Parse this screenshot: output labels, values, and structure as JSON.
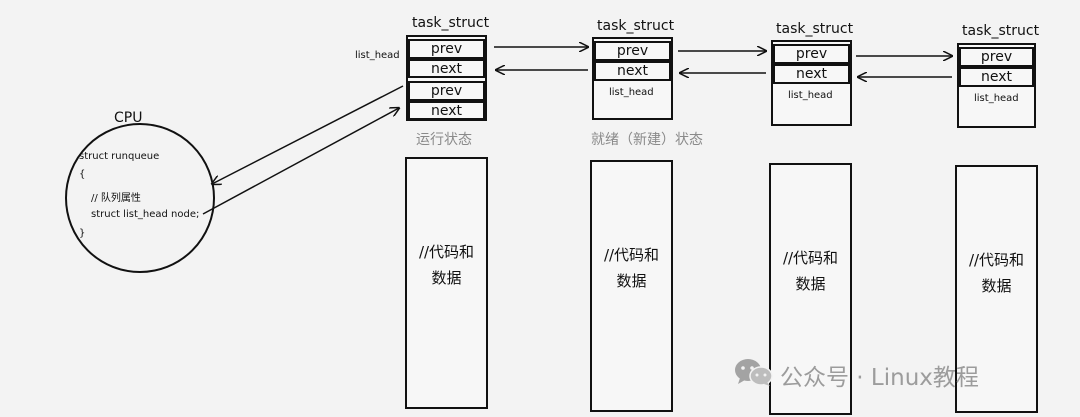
{
  "cpu": {
    "title": "CPU",
    "code_lines": [
      "struct runqueue",
      "{",
      "// 队列属性",
      "struct list_head node;",
      "}"
    ]
  },
  "list_head_label": "list_head",
  "task_structs": [
    {
      "title": "task_struct",
      "fields": [
        "prev",
        "next",
        "prev",
        "next"
      ],
      "inner_label": "",
      "state": "运行状态",
      "code": [
        "//代码和",
        "数据"
      ]
    },
    {
      "title": "task_struct",
      "fields": [
        "prev",
        "next"
      ],
      "inner_label": "list_head",
      "state": "就绪（新建）状态",
      "code": [
        "//代码和",
        "数据"
      ]
    },
    {
      "title": "task_struct",
      "fields": [
        "prev",
        "next"
      ],
      "inner_label": "list_head",
      "state": "",
      "code": [
        "//代码和",
        "数据"
      ]
    },
    {
      "title": "task_struct",
      "fields": [
        "prev",
        "next"
      ],
      "inner_label": "list_head",
      "state": "",
      "code": [
        "//代码和",
        "数据"
      ]
    }
  ],
  "watermark": {
    "icon": "wechat-icon",
    "text": "公众号 · Linux教程"
  }
}
